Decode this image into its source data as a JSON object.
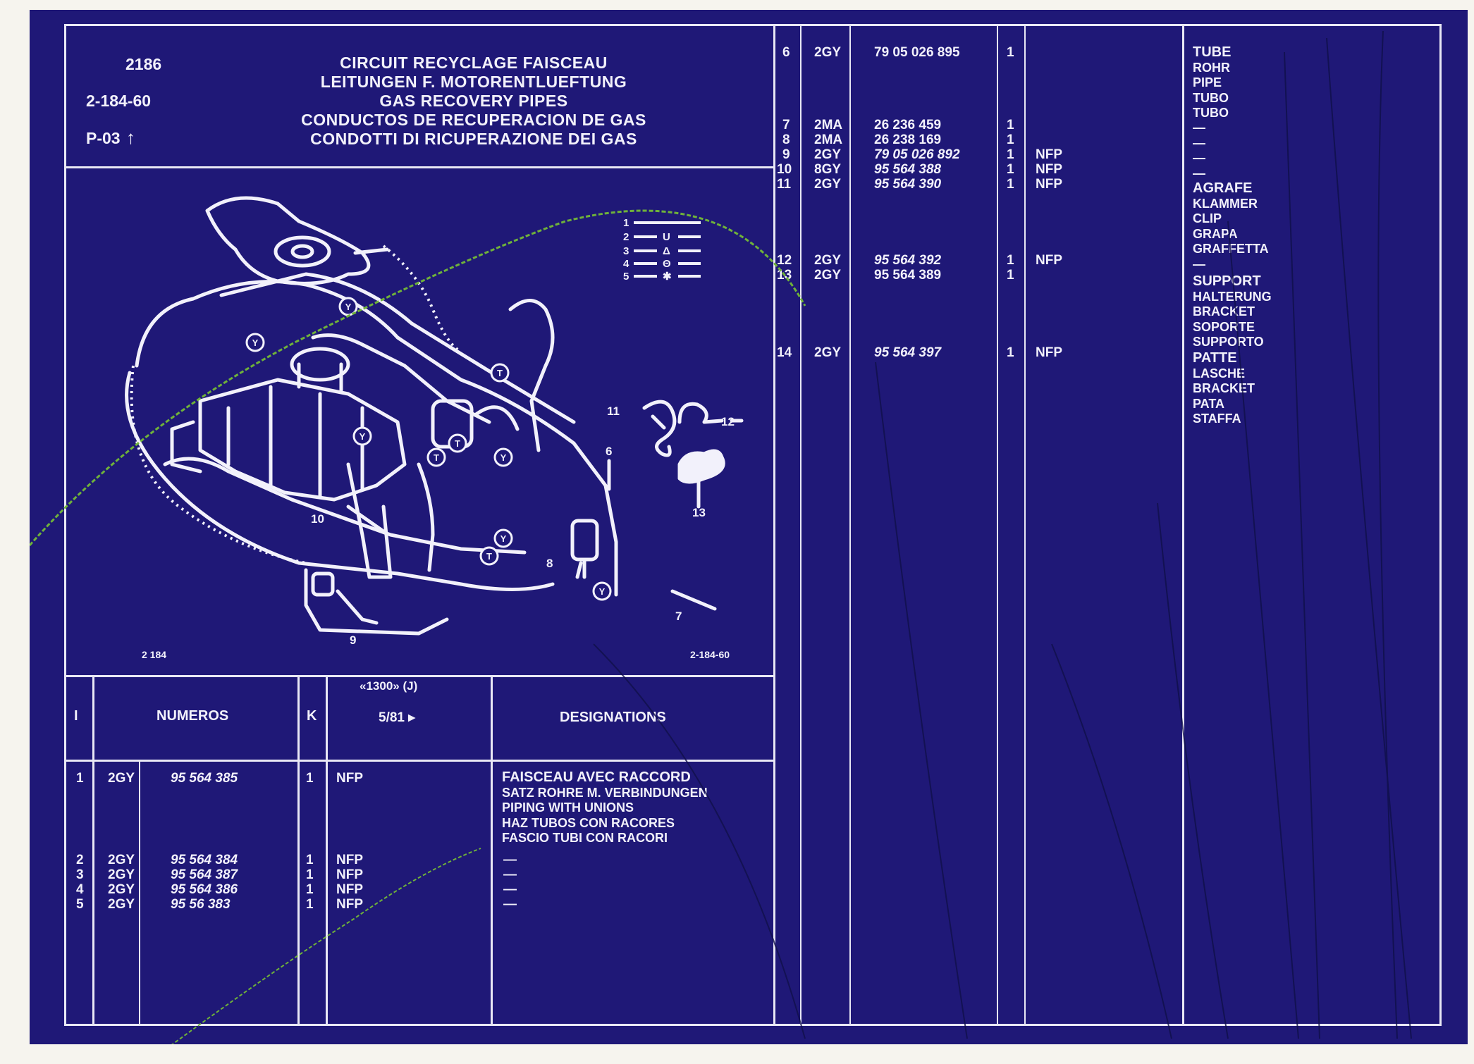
{
  "header": {
    "page_number": "2186",
    "figure_ref": "2-184-60",
    "plate_ref": "P-03",
    "titles": [
      "CIRCUIT RECYCLAGE FAISCEAU",
      "LEITUNGEN F. MOTORENTLUEFTUNG",
      "GAS RECOVERY PIPES",
      "CONDUCTOS DE RECUPERACION DE GAS",
      "CONDOTTI DI RICUPERAZIONE DEI GAS"
    ]
  },
  "diagram": {
    "ref_left": "2 184",
    "ref_right": "2-184-60",
    "legend_numbers": [
      "1",
      "2",
      "3",
      "4",
      "5"
    ],
    "legend_symbols": [
      "",
      "U",
      "Δ",
      "Θ",
      "✱"
    ],
    "callouts": [
      "6",
      "7",
      "8",
      "9",
      "10",
      "11",
      "12",
      "13"
    ],
    "marker_letters": [
      "Y",
      "T"
    ]
  },
  "columns": {
    "index": "I",
    "numeros": "NUMEROS",
    "k": "K",
    "model": "«1300» (J)",
    "date": "5/81 ▸",
    "designations": "DESIGNATIONS"
  },
  "parts_left": [
    {
      "index": "1",
      "code": "2GY",
      "number": "95 564 385",
      "qty": "1",
      "flag": "NFP",
      "designation": [
        "FAISCEAU AVEC RACCORD",
        "SATZ ROHRE M. VERBINDUNGEN",
        "PIPING WITH UNIONS",
        "HAZ TUBOS CON RACORES",
        "FASCIO TUBI CON RACORI"
      ]
    },
    {
      "index": "2",
      "code": "2GY",
      "number": "95 564 384",
      "qty": "1",
      "flag": "NFP",
      "designation": [
        "—"
      ]
    },
    {
      "index": "3",
      "code": "2GY",
      "number": "95 564 387",
      "qty": "1",
      "flag": "NFP",
      "designation": [
        "—"
      ]
    },
    {
      "index": "4",
      "code": "2GY",
      "number": "95 564 386",
      "qty": "1",
      "flag": "NFP",
      "designation": [
        "—"
      ]
    },
    {
      "index": "5",
      "code": "2GY",
      "number": "95 56 383",
      "qty": "1",
      "flag": "NFP",
      "designation": [
        "—"
      ]
    }
  ],
  "parts_right": [
    {
      "index": "6",
      "code": "2GY",
      "number": "79 05 026 895",
      "qty": "1",
      "flag": "",
      "italic": false
    },
    {
      "index": "7",
      "code": "2MA",
      "number": "26 236 459",
      "qty": "1",
      "flag": "",
      "italic": false
    },
    {
      "index": "8",
      "code": "2MA",
      "number": "26 238 169",
      "qty": "1",
      "flag": "",
      "italic": false
    },
    {
      "index": "9",
      "code": "2GY",
      "number": "79 05 026 892",
      "qty": "1",
      "flag": "NFP",
      "italic": true
    },
    {
      "index": "10",
      "code": "8GY",
      "number": "95 564 388",
      "qty": "1",
      "flag": "NFP",
      "italic": true
    },
    {
      "index": "11",
      "code": "2GY",
      "number": "95 564 390",
      "qty": "1",
      "flag": "NFP",
      "italic": true
    },
    {
      "index": "12",
      "code": "2GY",
      "number": "95 564 392",
      "qty": "1",
      "flag": "NFP",
      "italic": true
    },
    {
      "index": "13",
      "code": "2GY",
      "number": "95 564 389",
      "qty": "1",
      "flag": "",
      "italic": false
    },
    {
      "index": "14",
      "code": "2GY",
      "number": "95 564 397",
      "qty": "1",
      "flag": "NFP",
      "italic": true
    }
  ],
  "designations_right": [
    {
      "lines": [
        "TUBE",
        "ROHR",
        "PIPE",
        "TUBO",
        "TUBO"
      ]
    },
    {
      "lines": [
        "—",
        "—",
        "—",
        "—"
      ]
    },
    {
      "lines": [
        "AGRAFE",
        "KLAMMER",
        "CLIP",
        "GRAPA",
        "GRAFFETTA",
        "—"
      ]
    },
    {
      "lines": [
        "SUPPORT",
        "HALTERUNG",
        "BRACKET",
        "SOPORTE",
        "SUPPORTO"
      ]
    },
    {
      "lines": [
        "PATTE",
        "LASCHE",
        "BRACKET",
        "PATA",
        "STAFFA"
      ]
    }
  ],
  "colors": {
    "background": "#1f1877",
    "ink": "#f2f1fb",
    "paper_border": "#f6f4ee",
    "scratch": "#6fb23a"
  }
}
